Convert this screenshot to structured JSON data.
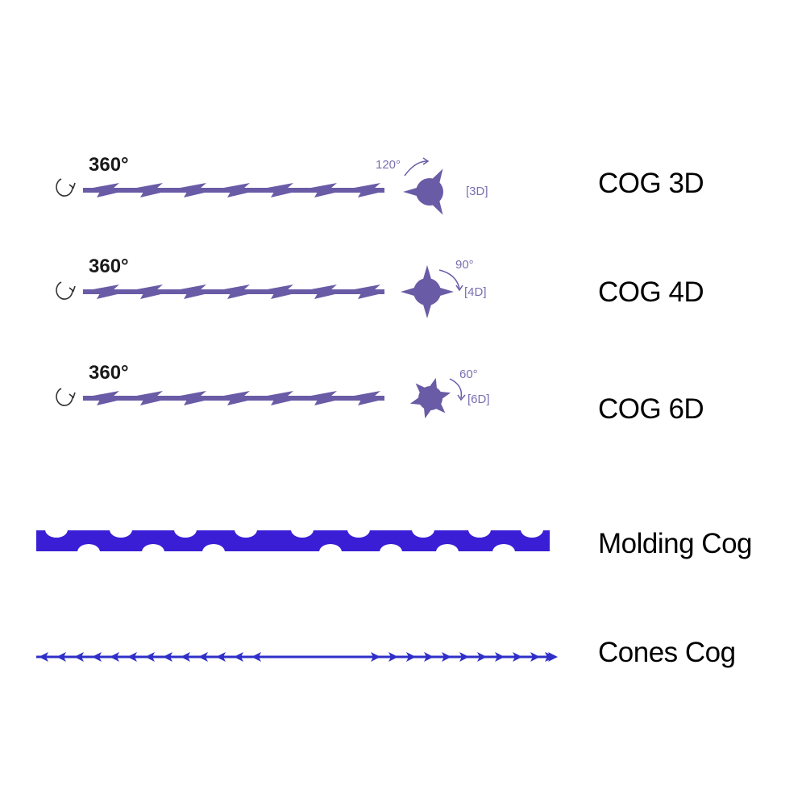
{
  "colors": {
    "cog_thread": "#6a5ba6",
    "cog_text": "#7a6fb0",
    "molding": "#3a1ed6",
    "cones": "#2f2fc8",
    "label": "#000000"
  },
  "cogs": [
    {
      "id": "3d",
      "label": "COG 3D",
      "rotation": "360°",
      "angle": "120°",
      "tag": "[3D]",
      "spikes": 3
    },
    {
      "id": "4d",
      "label": "COG 4D",
      "rotation": "360°",
      "angle": "90°",
      "tag": "[4D]",
      "spikes": 4
    },
    {
      "id": "6d",
      "label": "COG 6D",
      "rotation": "360°",
      "angle": "60°",
      "tag": "[6D]",
      "spikes": 6
    }
  ],
  "molding": {
    "label": "Molding Cog"
  },
  "cones": {
    "label": "Cones Cog"
  }
}
